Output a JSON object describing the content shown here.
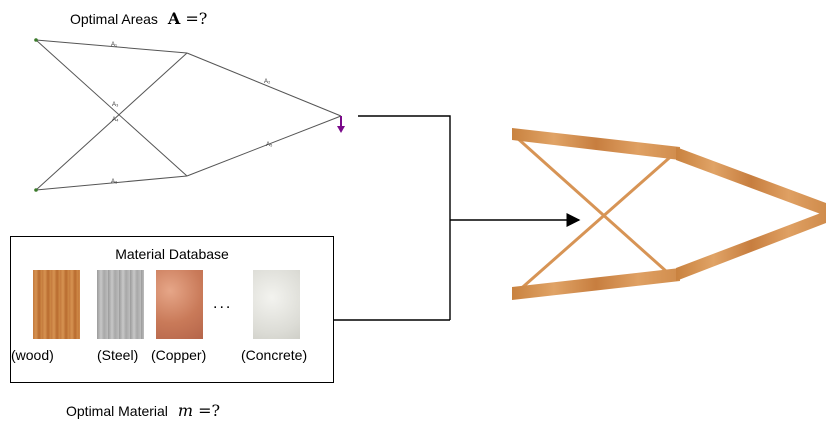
{
  "top_caption": {
    "text": "Optimal Areas",
    "math_symbol": "A",
    "math_rest": " =?"
  },
  "bottom_caption": {
    "text": "Optimal Material",
    "math_symbol": "m",
    "math_rest": " =?"
  },
  "truss_labels": [
    "A₁",
    "A₂",
    "A₃",
    "A₄",
    "A₅",
    "A₆"
  ],
  "database": {
    "title": "Material Database",
    "ellipsis": "...",
    "materials": [
      "(wood)",
      "(Steel)",
      "(Copper)",
      "(Concrete)"
    ]
  },
  "colors": {
    "load_arrow": "#7a0a8a",
    "optimized_truss": "#d9945a",
    "truss_line": "#555555"
  }
}
